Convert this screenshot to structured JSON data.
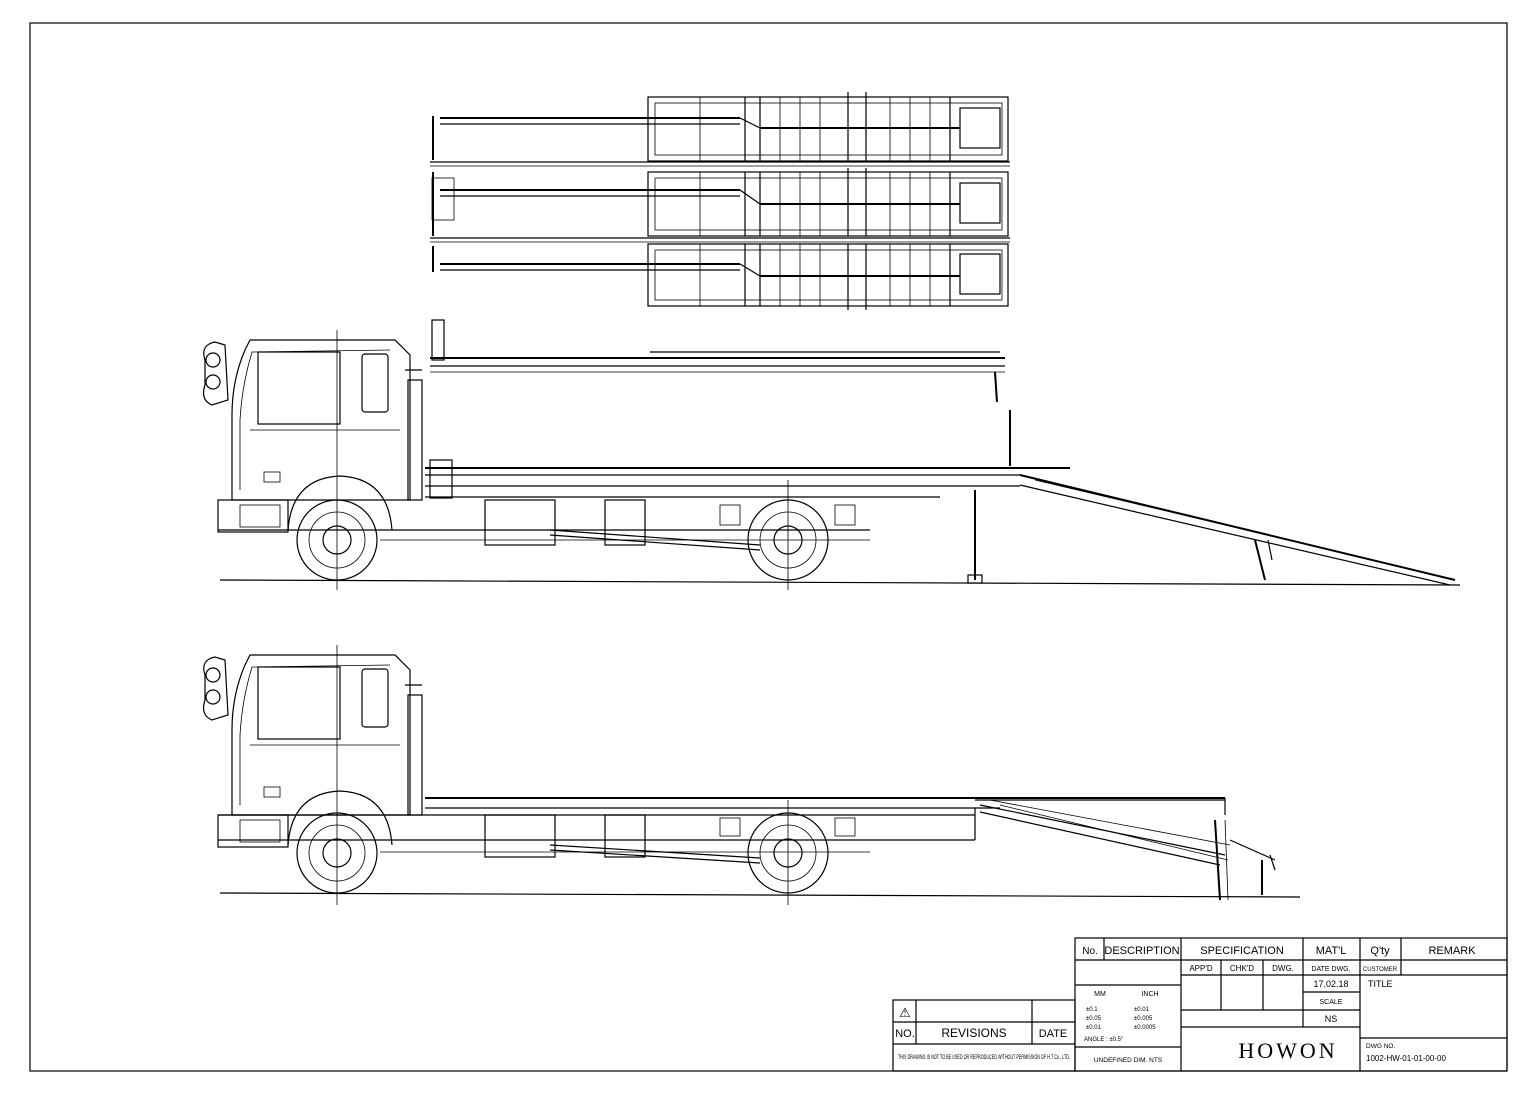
{
  "title_block": {
    "headers": {
      "no": "No.",
      "description": "DESCRIPTION",
      "specification": "SPECIFICATION",
      "material": "MAT'L",
      "qty": "Q'ty",
      "remark": "REMARK"
    },
    "approvals": {
      "approved": "APP'D",
      "checked": "CHK'D",
      "drawn": "DWG."
    },
    "date_dwg_label": "DATE DWG.",
    "date_dwg_value": "17.02.18",
    "customer_label": "CUSTOMER",
    "title_label": "TITLE",
    "scale_label": "SCALE",
    "scale_value": "NS",
    "units": {
      "mm": "MM",
      "inch": "INCH"
    },
    "tolerances_mm": [
      "±0.1",
      "±0.05",
      "±0.01"
    ],
    "tolerances_inch": [
      "±0.01",
      "±0.005",
      "±0.0005"
    ],
    "angle": "ANGLE : ±0.5°",
    "undefined_dim": "UNDEFINED DIM. NTS",
    "dwg_no_label": "DWG NO.",
    "dwg_no_value": "1002-HW-01-01-00-00",
    "company_logo": "HOWON"
  },
  "revisions": {
    "warning_symbol": "⚠",
    "no_label": "NO.",
    "revisions_label": "REVISIONS",
    "date_label": "DATE",
    "notice": "THIS DRAWING IS NOT TO BE USED OR REPRODUCED WITHOUT PERMISSION OF H.T Co., LTD."
  }
}
